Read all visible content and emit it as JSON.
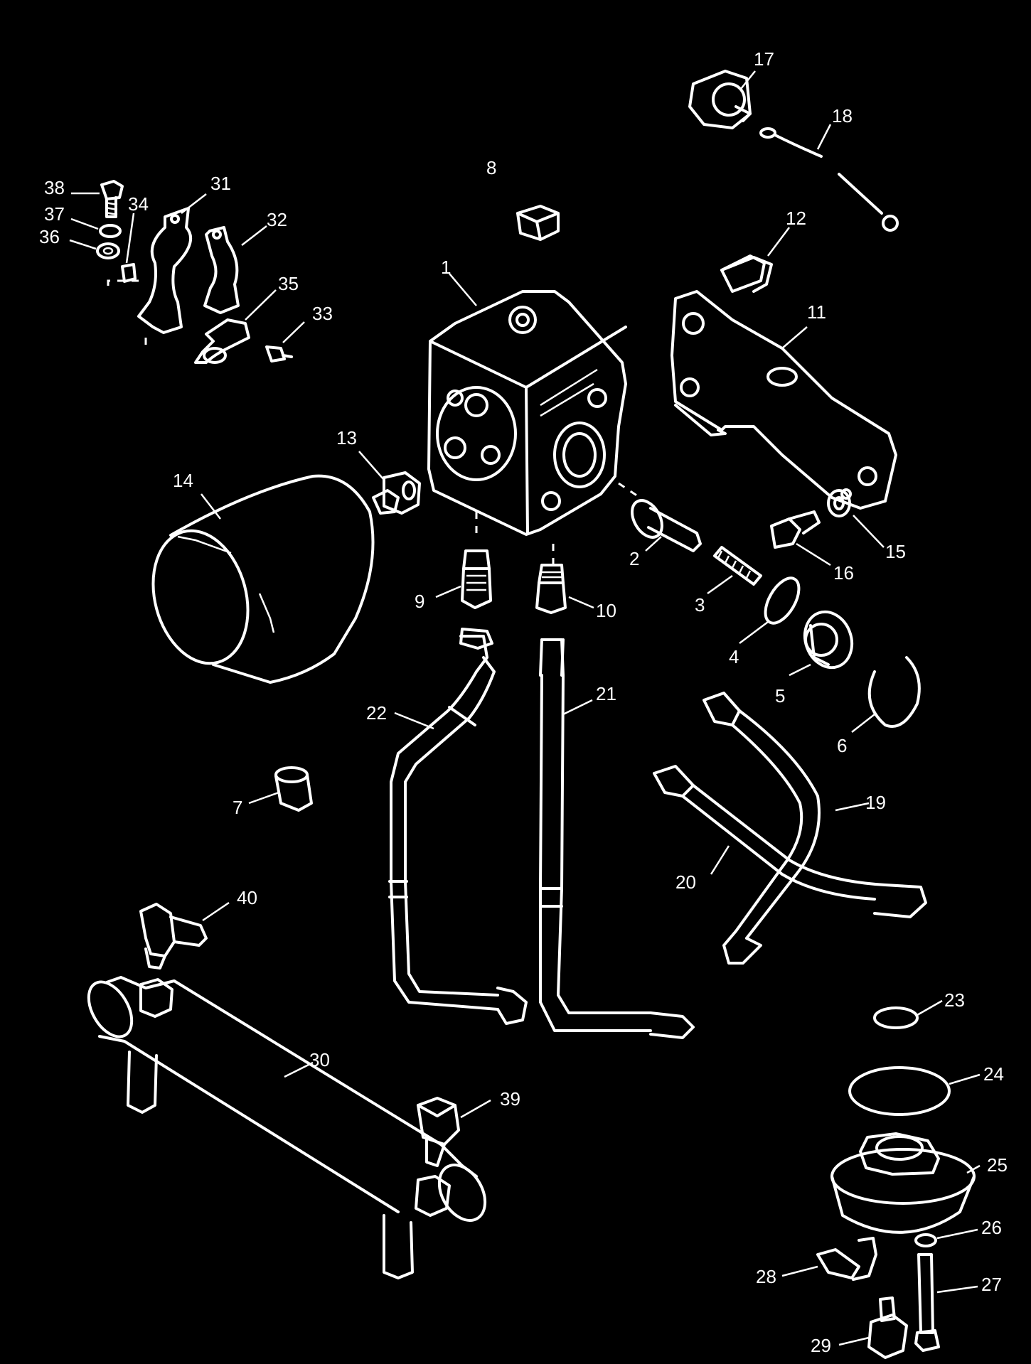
{
  "colors": {
    "background": "#000000",
    "line": "#ffffff"
  },
  "callouts": {
    "c1": "1",
    "c2": "2",
    "c3": "3",
    "c4": "4",
    "c5": "5",
    "c6": "6",
    "c7": "7",
    "c8": "8",
    "c9": "9",
    "c10": "10",
    "c11": "11",
    "c12": "12",
    "c13": "13",
    "c14": "14",
    "c15": "15",
    "c16": "16",
    "c17": "17",
    "c18": "18",
    "c19": "19",
    "c20": "20",
    "c21": "21",
    "c22": "22",
    "c23": "23",
    "c24": "24",
    "c25": "25",
    "c26": "26",
    "c27": "27",
    "c28": "28",
    "c29": "29",
    "c30": "30",
    "c31": "31",
    "c32": "32",
    "c33": "33",
    "c34": "34",
    "c35": "35",
    "c36": "36",
    "c37": "37",
    "c38": "38",
    "c39": "39",
    "c40": "40"
  }
}
